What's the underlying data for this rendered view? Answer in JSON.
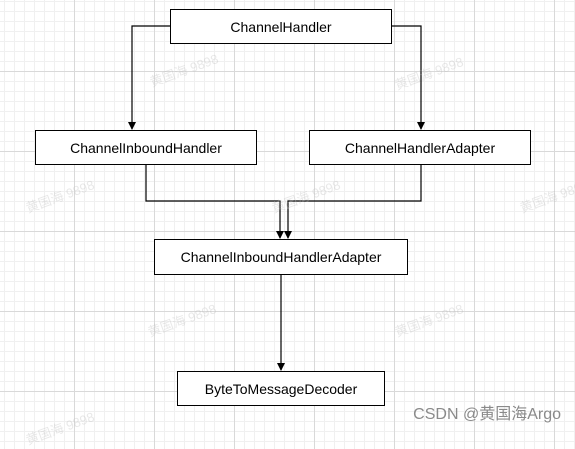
{
  "diagram": {
    "nodes": {
      "channel_handler": "ChannelHandler",
      "channel_inbound_handler": "ChannelInboundHandler",
      "channel_handler_adapter": "ChannelHandlerAdapter",
      "channel_inbound_handler_adapter": "ChannelInboundHandlerAdapter",
      "byte_to_message_decoder": "ByteToMessageDecoder"
    },
    "edges": [
      {
        "from": "ChannelHandler",
        "to": "ChannelInboundHandler"
      },
      {
        "from": "ChannelHandler",
        "to": "ChannelHandlerAdapter"
      },
      {
        "from": "ChannelInboundHandler",
        "to": "ChannelInboundHandlerAdapter"
      },
      {
        "from": "ChannelHandlerAdapter",
        "to": "ChannelInboundHandlerAdapter"
      },
      {
        "from": "ChannelInboundHandlerAdapter",
        "to": "ByteToMessageDecoder"
      }
    ]
  },
  "watermark": "黄国海 9898",
  "credit": "CSDN @黄国海Argo"
}
